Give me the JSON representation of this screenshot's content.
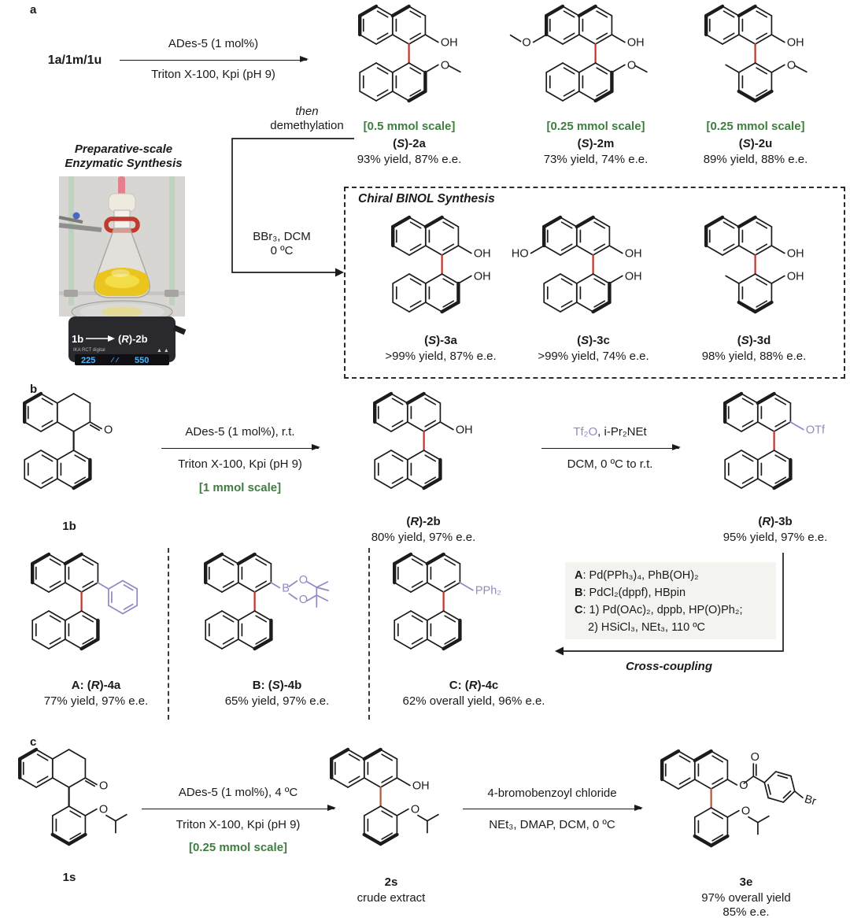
{
  "colors": {
    "green": "#3f7d40",
    "axis_red": "#c43227",
    "axis_brown": "#b2573f",
    "purple": "#9089c4",
    "box_bg": "#f3f3f0"
  },
  "atom_labels": {
    "oh": "OH",
    "ho": "HO",
    "o": "O",
    "otf": "OTf",
    "pph2": "PPh₂",
    "boron": "B",
    "br": "Br"
  },
  "panel_a": {
    "label": "a",
    "reactant": "1a/1m/1u",
    "arrow_top": "ADes-5 (1 mol%)",
    "arrow_bottom": "Triton X-100, Kpi (pH 9)",
    "then_word": "then",
    "then_word2": "demethylation",
    "bbr3_line1": "BBr₃, DCM",
    "bbr3_line2": "0 ºC",
    "photo_title1": "Preparative-scale",
    "photo_title2": "Enzymatic Synthesis",
    "photo_overlay_from": "1b",
    "photo_overlay_to": "(R)-2b",
    "photo_brand": "IKA RCT digital",
    "photo_display_left": "225",
    "photo_display_right": "550",
    "binol_title": "Chiral BINOL Synthesis",
    "products": [
      {
        "scale": "[0.5 mmol scale]",
        "name": "(S)-2a",
        "result": "93% yield, 87% e.e."
      },
      {
        "scale": "[0.25 mmol scale]",
        "name": "(S)-2m",
        "result": "73% yield, 74% e.e."
      },
      {
        "scale": "[0.25 mmol scale]",
        "name": "(S)-2u",
        "result": "89% yield, 88% e.e."
      }
    ],
    "binol_products": [
      {
        "name": "(S)-3a",
        "result": ">99% yield, 87% e.e."
      },
      {
        "name": "(S)-3c",
        "result": ">99% yield, 74% e.e."
      },
      {
        "name": "(S)-3d",
        "result": "98% yield, 88% e.e."
      }
    ]
  },
  "panel_b": {
    "label": "b",
    "substrate_name": "1b",
    "arrow1_top": "ADes-5 (1 mol%), r.t.",
    "arrow1_bottom": "Triton X-100, Kpi (pH 9)",
    "arrow1_scale": "[1 mmol scale]",
    "mid_name": "(R)-2b",
    "mid_result": "80% yield, 97% e.e.",
    "arrow2_top_hl": "Tf₂O",
    "arrow2_top_rest": ", i-Pr₂NEt",
    "arrow2_bottom": "DCM, 0 ºC to r.t.",
    "right_name": "(R)-3b",
    "right_result": "95% yield, 97% e.e.",
    "cond": [
      {
        "k": "A",
        "t": ": Pd(PPh₃)₄, PhB(OH)₂"
      },
      {
        "k": "B",
        "t": ": PdCl₂(dppf), HBpin"
      },
      {
        "k": "C",
        "t": ": 1) Pd(OAc)₂, dppb, HP(O)Ph₂;"
      }
    ],
    "cond_c2": "2) HSiCl₃, NEt₃, 110 ºC",
    "cross_coupling": "Cross-coupling",
    "products": [
      {
        "name": "A: (R)-4a",
        "result": "77% yield, 97% e.e."
      },
      {
        "name": "B: (S)-4b",
        "result": "65% yield, 97% e.e."
      },
      {
        "name": "C: (R)-4c",
        "result": "62% overall yield, 96% e.e."
      }
    ]
  },
  "panel_c": {
    "label": "c",
    "substrate_name": "1s",
    "arrow1_top": "ADes-5 (1 mol%), 4 ºC",
    "arrow1_bottom": "Triton X-100, Kpi (pH 9)",
    "arrow1_scale": "[0.25 mmol scale]",
    "mid_name": "2s",
    "mid_sub": "crude extract",
    "arrow2_top": "4-bromobenzoyl chloride",
    "arrow2_bottom": "NEt₃, DMAP, DCM, 0 ºC",
    "right_name": "3e",
    "right_result1": "97% overall yield",
    "right_result2": "85% e.e."
  }
}
